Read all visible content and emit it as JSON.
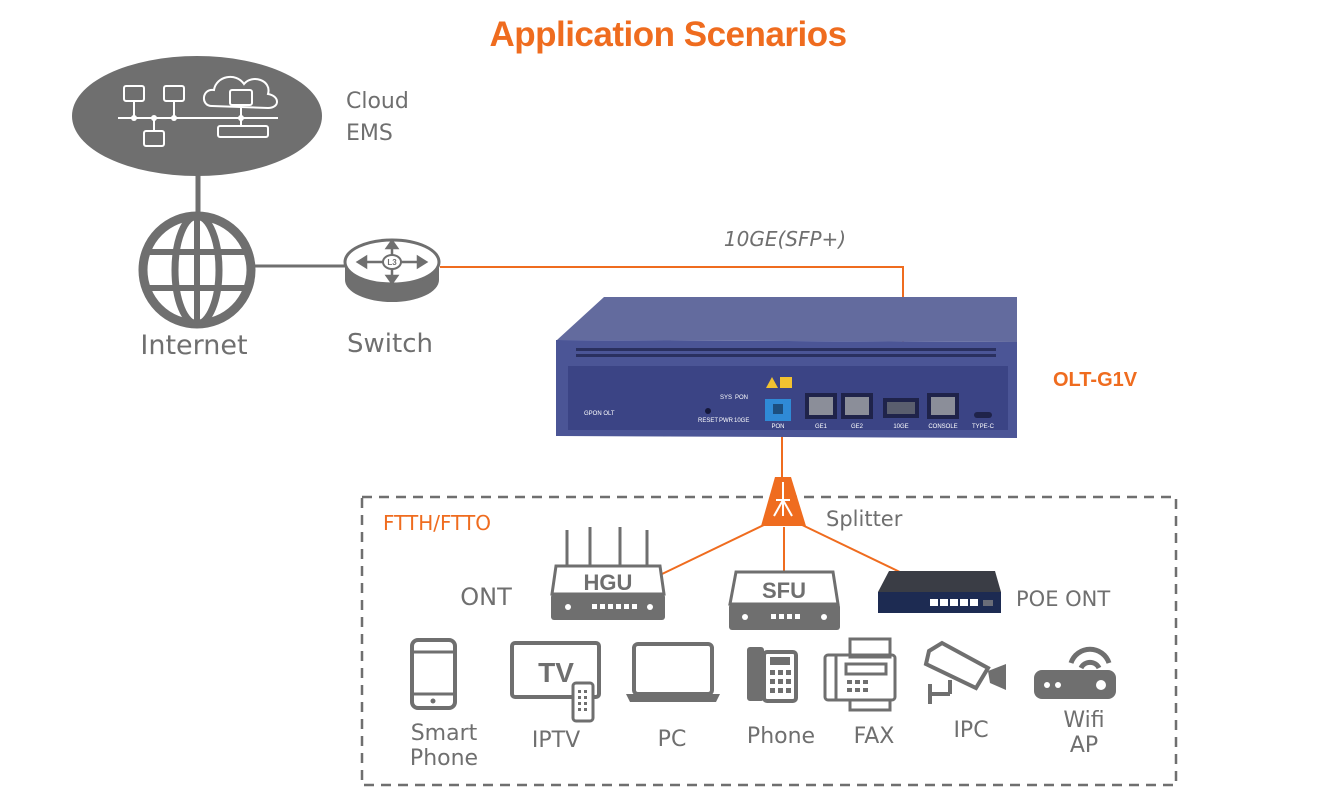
{
  "title": "Application Scenarios",
  "cloud": {
    "label_line1": "Cloud",
    "label_line2": "EMS"
  },
  "internet": {
    "label": "Internet"
  },
  "switch": {
    "label": "Switch",
    "icon_text": "L3"
  },
  "uplink": {
    "label": "10GE(SFP+)"
  },
  "olt": {
    "label": "OLT-G1V",
    "front_label": "GPON OLT",
    "led_top_left": "SYS",
    "led_top_right": "PON",
    "led_bottom_left": "RESET",
    "led_bottom_mid": "PWR",
    "led_bottom_right": "10GE",
    "port_pon": "PON",
    "port_ge1": "GE1",
    "port_ge2": "GE2",
    "port_sfp": "10GE",
    "port_console": "CONSOLE",
    "port_typec": "TYPE-C"
  },
  "splitter": {
    "label": "Splitter"
  },
  "zone": {
    "label": "FTTH/FTTO"
  },
  "ont": {
    "label": "ONT"
  },
  "hgu": {
    "label": "HGU"
  },
  "sfu": {
    "label": "SFU"
  },
  "poe_ont": {
    "label": "POE ONT"
  },
  "endpoints": {
    "smart_phone_line1": "Smart",
    "smart_phone_line2": "Phone",
    "iptv": "IPTV",
    "iptv_icon_text": "TV",
    "pc": "PC",
    "phone": "Phone",
    "fax": "FAX",
    "ipc": "IPC",
    "wifi_line1": "Wifi",
    "wifi_line2": "AP"
  },
  "colors": {
    "accent": "#ef6c1f",
    "gray": "#6f6f6f",
    "olt_blue": "#4a559a"
  }
}
